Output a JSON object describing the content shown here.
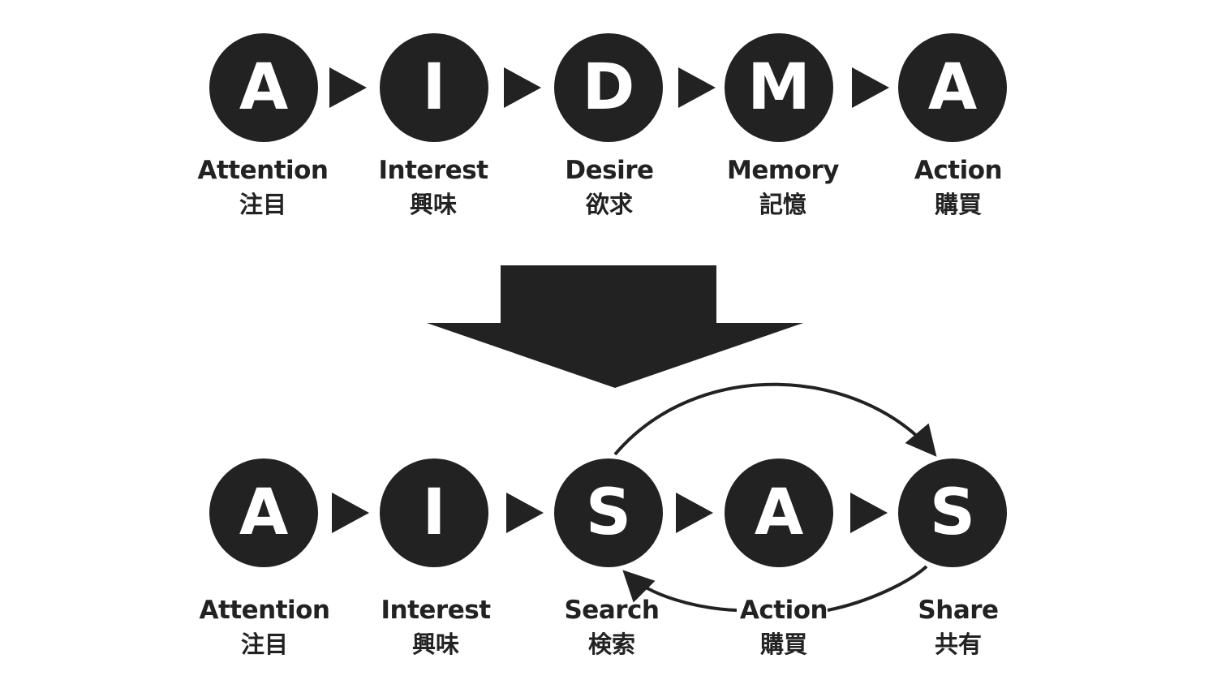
{
  "colors": {
    "shape": "#222222",
    "letter": "#ffffff",
    "background": "#ffffff"
  },
  "aidma": {
    "steps": [
      {
        "letter": "A",
        "en": "Attention",
        "ja": "注目"
      },
      {
        "letter": "I",
        "en": "Interest",
        "ja": "興味"
      },
      {
        "letter": "D",
        "en": "Desire",
        "ja": "欲求"
      },
      {
        "letter": "M",
        "en": "Memory",
        "ja": "記憶"
      },
      {
        "letter": "A",
        "en": "Action",
        "ja": "購買"
      }
    ]
  },
  "aisas": {
    "steps": [
      {
        "letter": "A",
        "en": "Attention",
        "ja": "注目"
      },
      {
        "letter": "I",
        "en": "Interest",
        "ja": "興味"
      },
      {
        "letter": "S",
        "en": "Search",
        "ja": "検索"
      },
      {
        "letter": "A",
        "en": "Action",
        "ja": "購買"
      },
      {
        "letter": "S",
        "en": "Share",
        "ja": "共有"
      }
    ]
  }
}
